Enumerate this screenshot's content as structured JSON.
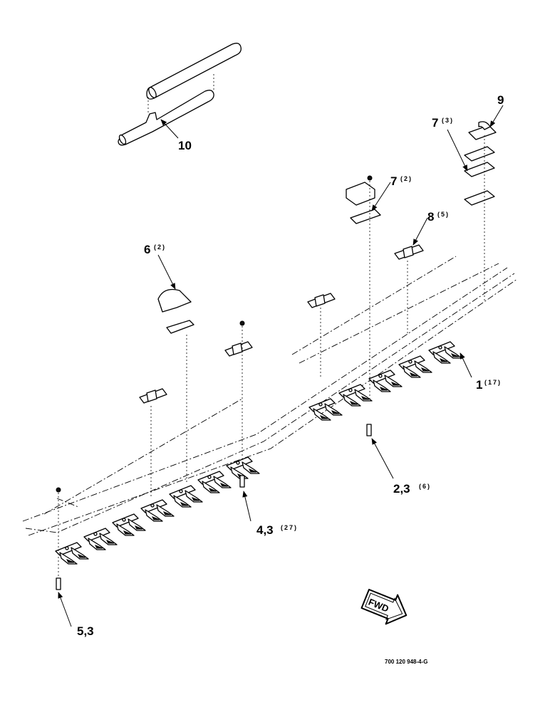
{
  "callouts": {
    "c10": {
      "num": "10",
      "qty": ""
    },
    "c9": {
      "num": "9",
      "qty": ""
    },
    "c7a": {
      "num": "7",
      "qty": "(3)"
    },
    "c7b": {
      "num": "7",
      "qty": "(2)"
    },
    "c8": {
      "num": "8",
      "qty": "(5)"
    },
    "c6": {
      "num": "6",
      "qty": "(2)"
    },
    "c1": {
      "num": "1",
      "qty": "(17)"
    },
    "c23": {
      "num": "2,3",
      "qty": "(6)"
    },
    "c43": {
      "num": "4,3",
      "qty": "(27)"
    },
    "c53": {
      "num": "5,3",
      "qty": ""
    }
  },
  "fwd_label": "FWD",
  "drawing_code": "700 120 948-4-G"
}
